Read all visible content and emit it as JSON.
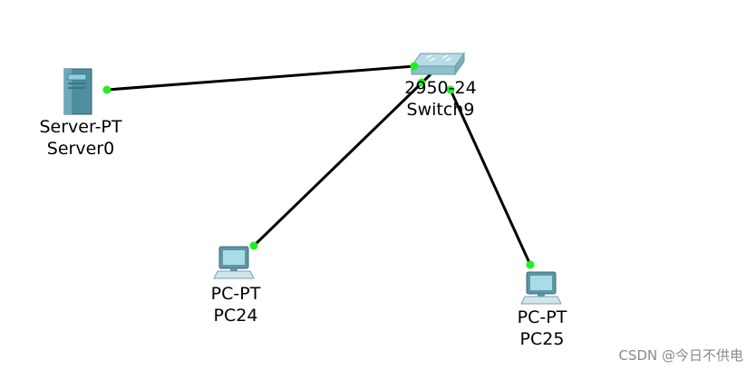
{
  "devices": {
    "server": {
      "model": "Server-PT",
      "name": "Server0",
      "icon": "server-icon"
    },
    "switch": {
      "model": "2950-24",
      "name": "Switch9",
      "icon": "switch-icon"
    },
    "pc24": {
      "model": "PC-PT",
      "name": "PC24",
      "icon": "pc-icon"
    },
    "pc25": {
      "model": "PC-PT",
      "name": "PC25",
      "icon": "pc-icon"
    }
  },
  "links": [
    {
      "from": "server",
      "to": "switch",
      "status": "up"
    },
    {
      "from": "pc24",
      "to": "switch",
      "status": "up"
    },
    {
      "from": "pc25",
      "to": "switch",
      "status": "up"
    }
  ],
  "colors": {
    "link": "#000000",
    "link_up": "#22ee22"
  },
  "watermark": "CSDN @今日不供电"
}
